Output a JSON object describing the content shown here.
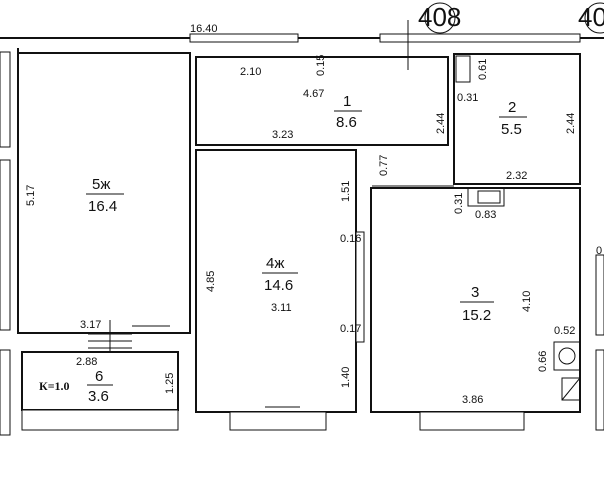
{
  "apartment_number": "408",
  "neighbor_number_fragment": "40",
  "rooms": [
    {
      "id": "1",
      "area": "8.6"
    },
    {
      "id": "2",
      "area": "5.5"
    },
    {
      "id": "3",
      "area": "15.2"
    },
    {
      "id": "4ж",
      "area": "14.6"
    },
    {
      "id": "5ж",
      "area": "16.4"
    },
    {
      "id": "6",
      "area": "3.6"
    }
  ],
  "balcony_coefficient": "К=1.0",
  "dimensions": {
    "top_wall": "16.40",
    "hall_width": "2.10",
    "hall_small": "0.15",
    "hall_length": "4.67",
    "hall_height": "2.44",
    "bath_top": "0.61",
    "bath_offset": "0.31",
    "bath_height": "2.44",
    "bath_width": "2.32",
    "room4_top": "3.23",
    "corridor": "0.77",
    "room5_height": "5.17",
    "room4_right": "1.51",
    "room4_niche1": "0.16",
    "room4_height": "4.85",
    "room4_width": "3.11",
    "room4_niche2": "0.17",
    "room4_bottom": "1.40",
    "kitchen_small": "0.31",
    "kitchen_vent": "0.83",
    "kitchen_height": "4.10",
    "stove_width": "0.52",
    "stove_depth": "0.66",
    "kitchen_width": "3.86",
    "room5_width": "3.17",
    "balcony_width": "2.88",
    "balcony_depth": "1.25",
    "edge_fragment": "0"
  }
}
